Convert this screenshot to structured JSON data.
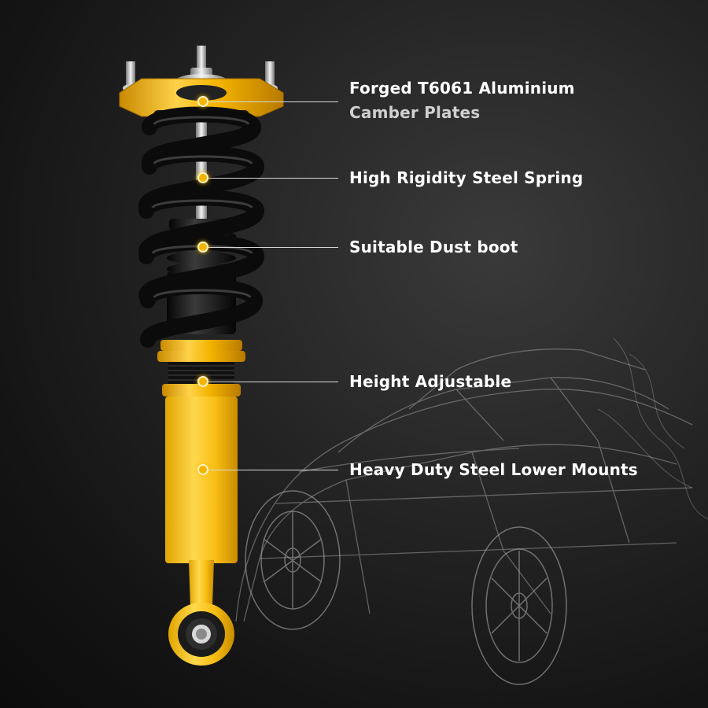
{
  "callouts": [
    {
      "line1": "Forged T6061 Aluminium",
      "line2": "Camber Plates"
    },
    {
      "line1": "High Rigidity Steel Spring"
    },
    {
      "line1": "Suitable Dust boot"
    },
    {
      "line1": "Height Adjustable"
    },
    {
      "line1": "Heavy Duty Steel Lower Mounts"
    }
  ],
  "colors": {
    "accent": "#f4b400",
    "spring": "#0d0d0d",
    "text": "#ffffff"
  },
  "icons": [
    "coilover-illustration",
    "wireframe-car-illustration",
    "smoke-wisp"
  ]
}
